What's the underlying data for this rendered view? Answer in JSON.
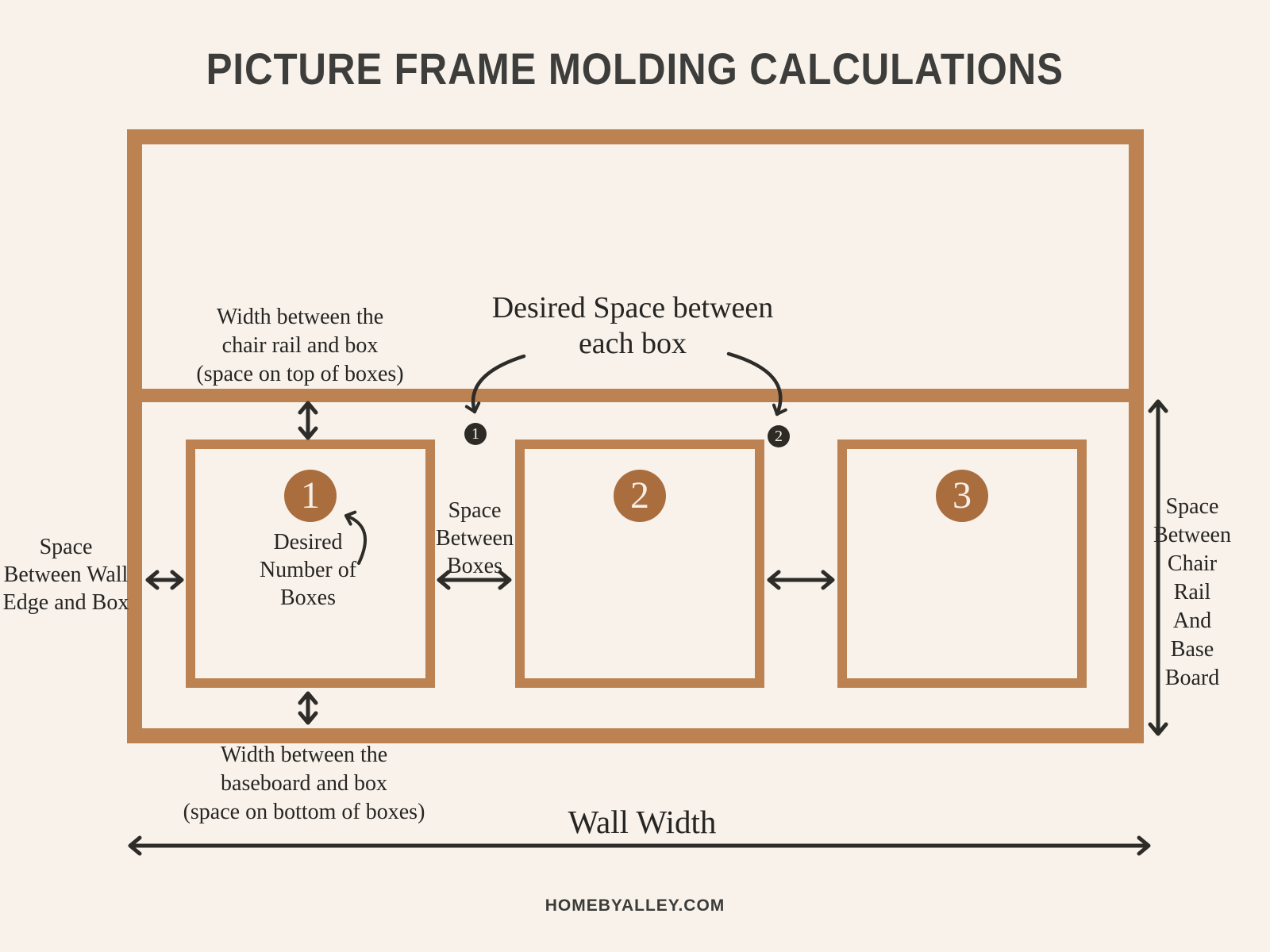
{
  "page": {
    "title": "PICTURE FRAME MOLDING CALCULATIONS",
    "footer": "HOMEBYALLEY.COM"
  },
  "colors": {
    "background": "#f8f2eb",
    "molding_brown": "#bc8251",
    "number_circle_brown": "#a96d3e",
    "circle_numeral_cream": "#f6efe6",
    "gap_marker_dark": "#2e2b27",
    "label_text": "#272522",
    "arrow": "#2e2c29",
    "title_text": "#3d3d3b"
  },
  "diagram": {
    "labels": {
      "top_space": "Width between the\nchair rail and box\n(space on top of boxes)",
      "desired_space": "Desired Space between\neach box",
      "left_space": "Space\nBetween Wall\nEdge and Box",
      "between_boxes": "Space\nBetween\nBoxes",
      "right_space": "Space\nBetween\nChair Rail\nAnd Base\nBoard",
      "bottom_space": "Width between the\nbaseboard and box\n(space on bottom of boxes)",
      "wall_width": "Wall Width"
    },
    "boxes": [
      {
        "number": "1",
        "note": "Desired\nNumber of\nBoxes"
      },
      {
        "number": "2"
      },
      {
        "number": "3"
      }
    ],
    "gap_markers": [
      {
        "number": "1"
      },
      {
        "number": "2"
      }
    ]
  }
}
